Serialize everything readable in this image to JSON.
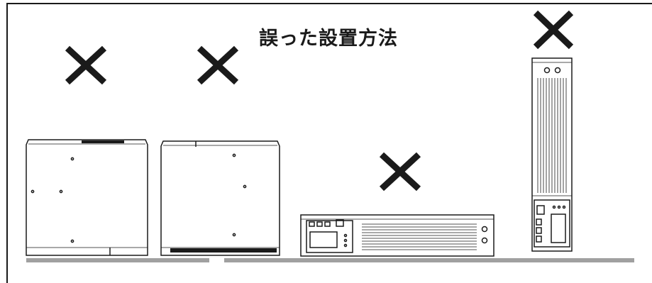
{
  "title": "誤った設置方法",
  "colors": {
    "line": "#1a1a1a",
    "floor": "#a0a0a0",
    "background": "#ffffff"
  },
  "items": [
    {
      "id": "unit-flat-1",
      "mark": "wrong"
    },
    {
      "id": "unit-flat-2",
      "mark": "wrong"
    },
    {
      "id": "unit-horizontal",
      "mark": "wrong"
    },
    {
      "id": "unit-upright",
      "mark": "wrong"
    }
  ]
}
